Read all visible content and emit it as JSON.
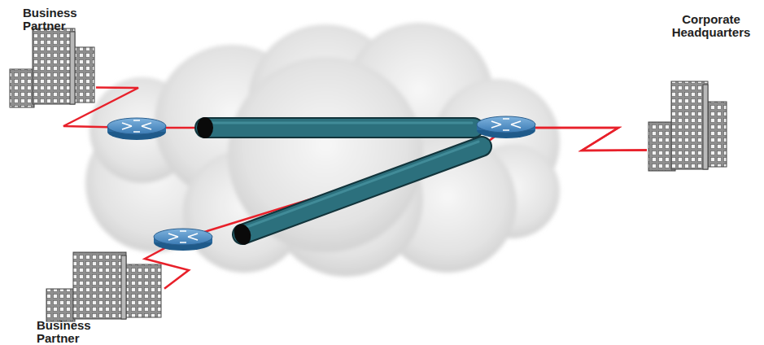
{
  "diagram": {
    "nodes": [
      {
        "text": [
          "Business Partner"
        ]
      },
      {
        "text": [
          "Corporate Headquarters"
        ]
      },
      {
        "text": [
          "Business Partner"
        ]
      }
    ],
    "edges": [
      {
        "from": 0,
        "to": 1,
        "arrow": "none"
      },
      {
        "from": 2,
        "to": 1,
        "arrow": "none"
      }
    ]
  }
}
